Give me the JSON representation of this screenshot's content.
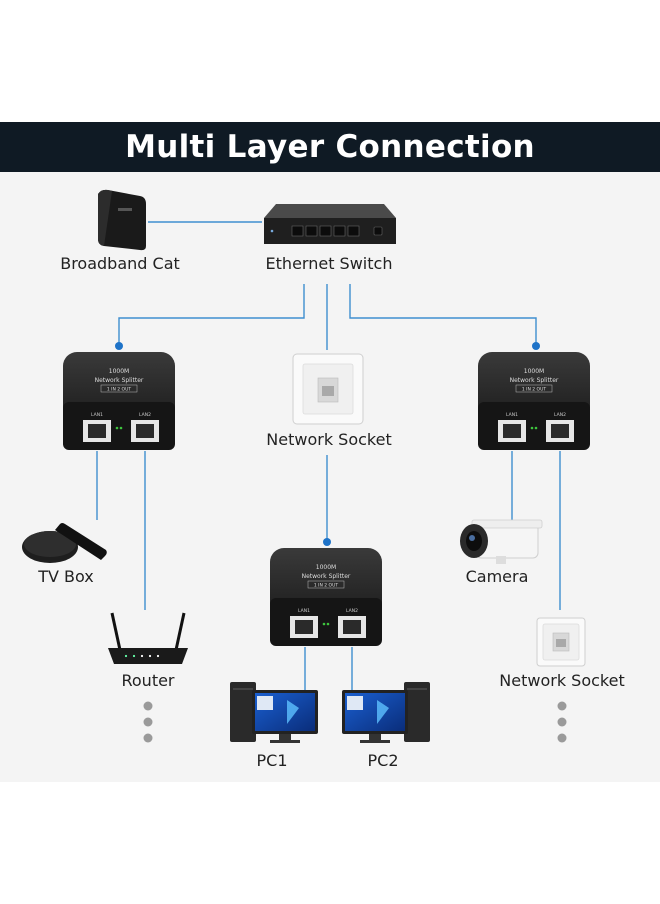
{
  "title": "Multi Layer Connection",
  "nodes": {
    "broadband_cat": "Broadband Cat",
    "ethernet_switch": "Ethernet Switch",
    "network_socket_center": "Network Socket",
    "tv_box": "TV Box",
    "camera": "Camera",
    "router": "Router",
    "network_socket_right": "Network Socket",
    "pc1": "PC1",
    "pc2": "PC2"
  },
  "splitter": {
    "model": "1000M",
    "name": "Network Splitter",
    "spec": "1 IN 2 OUT",
    "port1": "LAN1",
    "port2": "LAN2"
  },
  "colors": {
    "banner": "#0f1a24",
    "line": "#3f8fd0",
    "dot": "#1e73c8"
  }
}
